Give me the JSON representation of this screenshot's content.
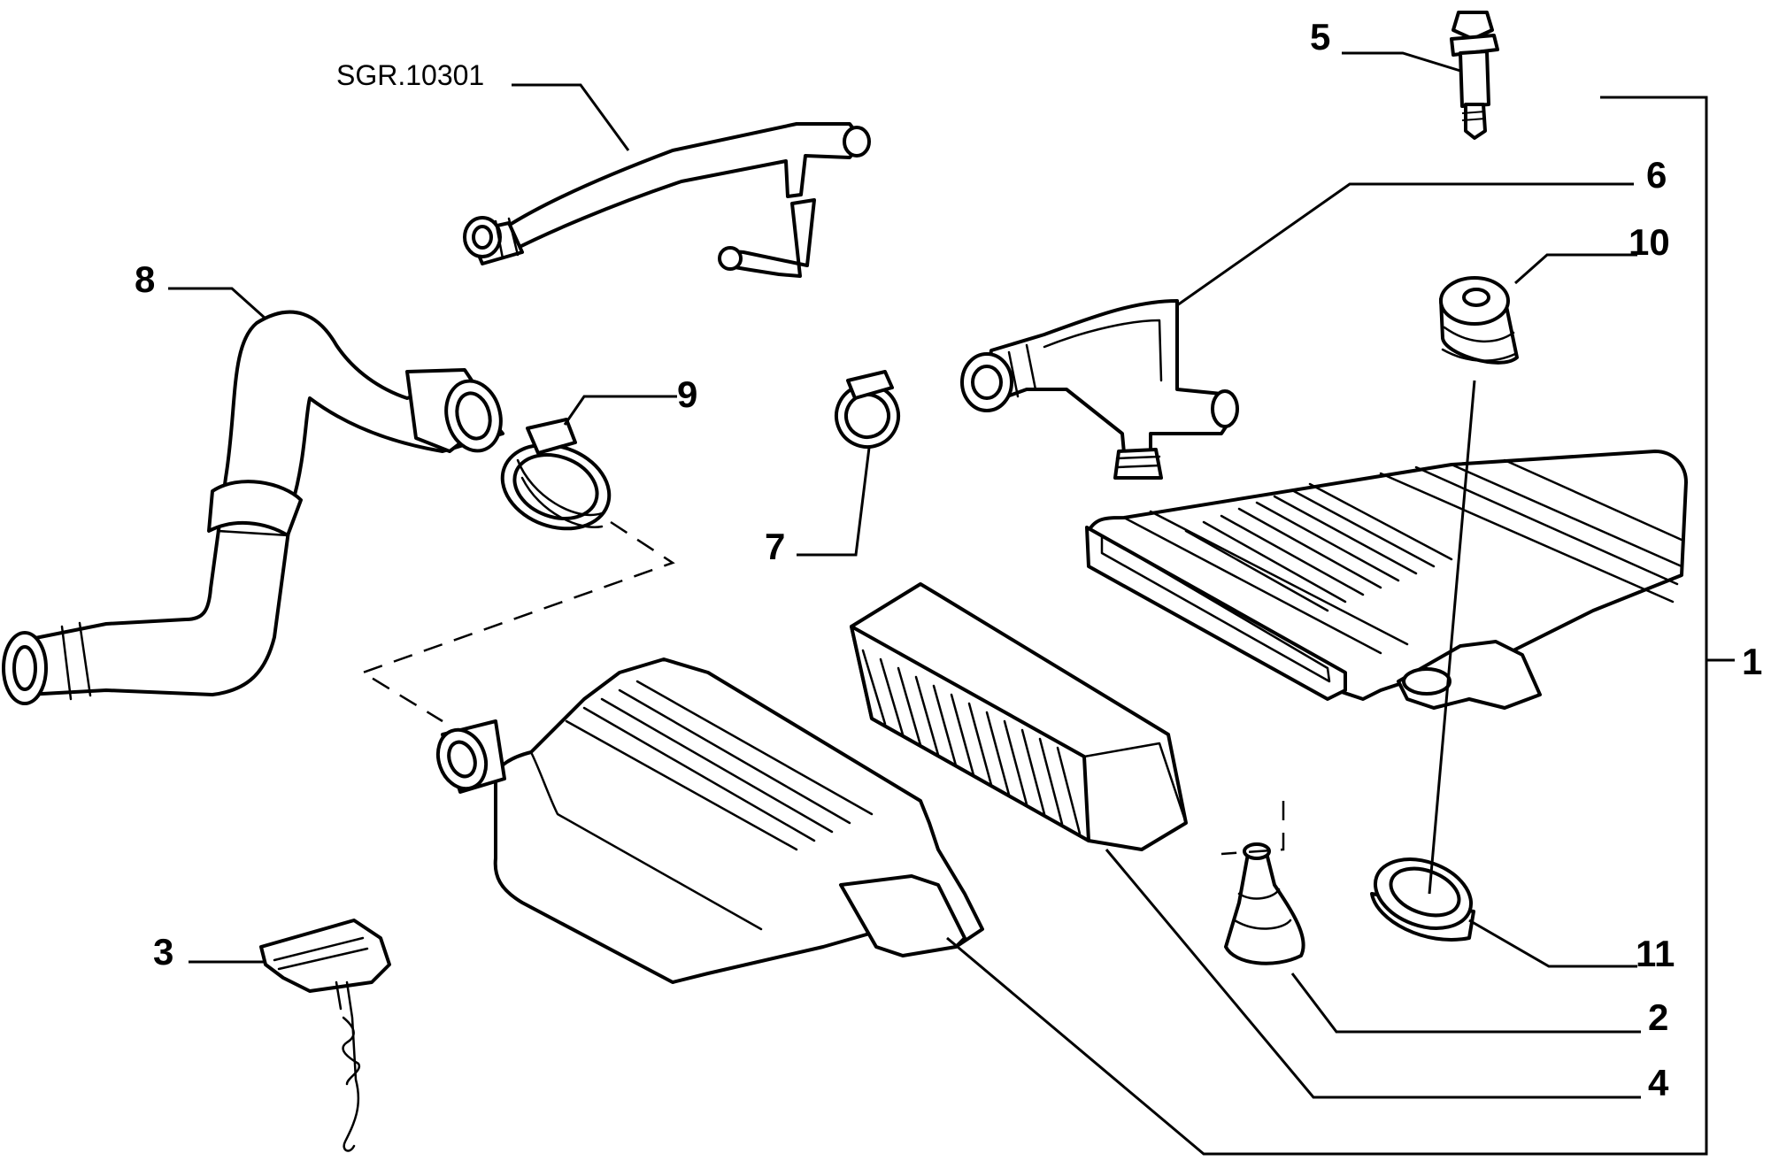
{
  "reference_label": "SGR.10301",
  "callouts": [
    {
      "id": "c1",
      "text": "1"
    },
    {
      "id": "c2",
      "text": "2"
    },
    {
      "id": "c3",
      "text": "3"
    },
    {
      "id": "c4",
      "text": "4"
    },
    {
      "id": "c5",
      "text": "5"
    },
    {
      "id": "c6",
      "text": "6"
    },
    {
      "id": "c7",
      "text": "7"
    },
    {
      "id": "c8",
      "text": "8"
    },
    {
      "id": "c9",
      "text": "9"
    },
    {
      "id": "c10",
      "text": "10"
    },
    {
      "id": "c11",
      "text": "11"
    }
  ]
}
